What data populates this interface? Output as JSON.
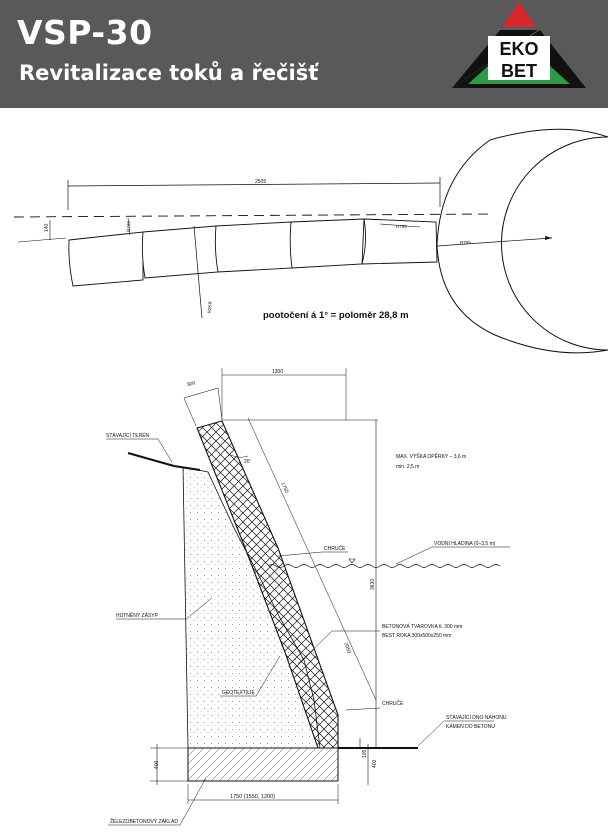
{
  "header": {
    "title": "VSP-30",
    "subtitle": "Revitalizace toků a řečišť",
    "logo_top": "EKO",
    "logo_bottom": "BET",
    "background_color": "#59585a",
    "logo_colors": {
      "red": "#d9262c",
      "green": "#2e9a48",
      "black": "#111111"
    }
  },
  "plan": {
    "dim_length": "2505",
    "dim_offset": "140",
    "dim_r1": "R743",
    "dim_r2": "R755",
    "dim_r3": "R755",
    "dim_r4": "R28.8",
    "caption": "pootočení á 1° = poloměr 28,8 m"
  },
  "section": {
    "dim_block": "300",
    "dim_top": "1300",
    "dim_angle": "20'",
    "dim_slope1": "1750",
    "dim_slope2": "2050",
    "dim_height": "3630",
    "dim_found_left": "400",
    "dim_found_right": "400",
    "dim_small": "105",
    "dim_base": "1750 (1550, 1200)",
    "label_terrain": "STÁVAJÍCÍ TERÉN",
    "label_max_height": "MAX. VÝŠKA OPĚRKY – 3,6 m",
    "label_min_height": "min. 2,5 m",
    "label_chruce_top": "CHRUČE",
    "label_water": "VODNÍ HLADINA (0–3,5 m)",
    "label_fill": "HUTNĚNÝ ZÁSYP",
    "label_block1": "BETONOVÁ TVAROVKA tl. 300 mm",
    "label_block2": "BEST ROKA 300x500x250 mm",
    "label_geotextile": "GEOTEXTILIE",
    "label_chruce_bottom": "CHRUČE",
    "label_bottom1": "STÁVAJÍCÍ DNO NÁHONU",
    "label_bottom2": "KÁMEN DO BETONU",
    "label_foundation": "ŽELEZOBETONOVÝ ZÁKLAD"
  }
}
